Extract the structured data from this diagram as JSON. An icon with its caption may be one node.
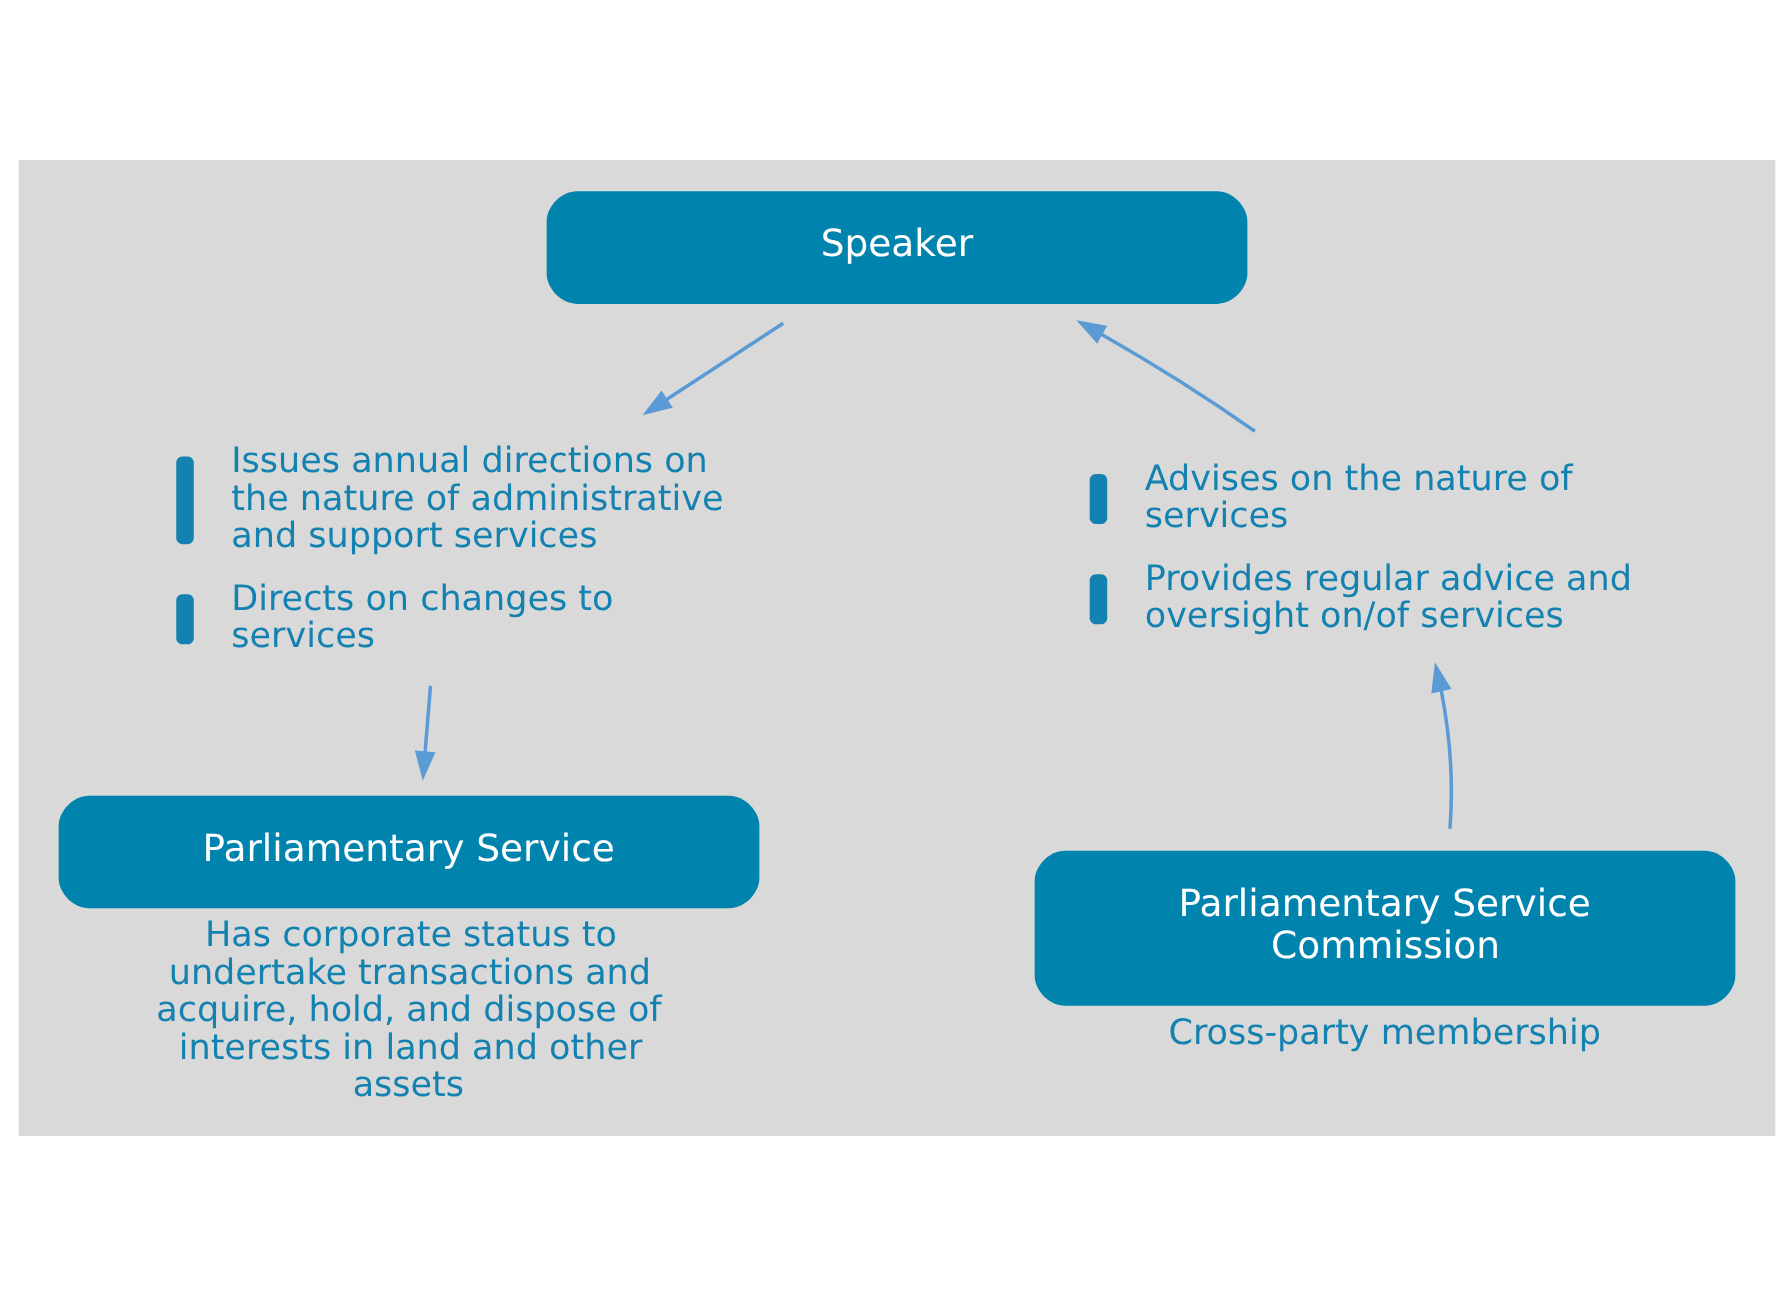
{
  "diagram": {
    "nodes": [
      {
        "text": [
          "Speaker"
        ]
      },
      {
        "text": [
          "Issues annual directions on the nature of administrative and support services",
          "Directs on changes to services"
        ]
      },
      {
        "text": [
          "Parliamentary Service"
        ],
        "beside": [
          "Has corporate status to undertake transactions and acquire, hold, and dispose of interests in land and other assets"
        ]
      },
      {
        "text": [
          "Advises on the nature of services",
          "Provides regular advice and oversight on/of services"
        ]
      },
      {
        "text": [
          "Parliamentary Service Commission"
        ],
        "beside": [
          "Cross-party membership"
        ]
      }
    ],
    "edges": [
      {
        "from": 0,
        "to": 1,
        "arrow": "to"
      },
      {
        "from": 1,
        "to": 2,
        "arrow": "to"
      },
      {
        "from": 4,
        "to": 3,
        "arrow": "to"
      },
      {
        "from": 3,
        "to": 0,
        "arrow": "to"
      }
    ]
  }
}
